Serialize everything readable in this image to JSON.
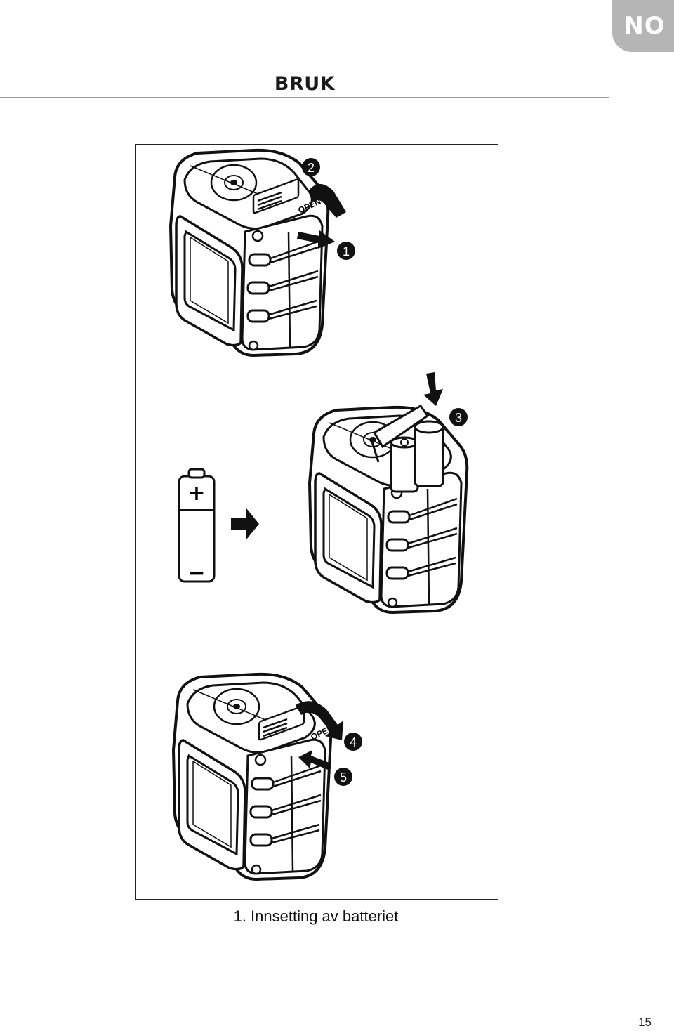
{
  "header": {
    "language_tab": "NO",
    "section_title": "BRUK"
  },
  "figure": {
    "steps": [
      {
        "number": "1"
      },
      {
        "number": "2"
      },
      {
        "number": "3"
      },
      {
        "number": "4"
      },
      {
        "number": "5"
      }
    ],
    "cover_label": "OPEN",
    "battery_polarity": {
      "plus": "+",
      "minus": "−"
    }
  },
  "caption": "1. Innsetting av batteriet",
  "footer": {
    "page_number": "15"
  }
}
